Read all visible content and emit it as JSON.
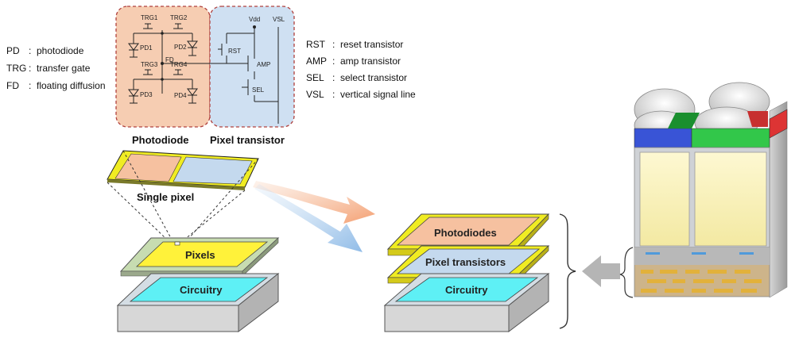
{
  "legend_left": [
    {
      "abbr": "PD",
      "sep": ":",
      "desc": "photodiode"
    },
    {
      "abbr": "TRG",
      "sep": ":",
      "desc": "transfer gate"
    },
    {
      "abbr": "FD",
      "sep": ":",
      "desc": "floating diffusion"
    }
  ],
  "legend_right": [
    {
      "abbr": "RST",
      "sep": ":",
      "desc": "reset transistor"
    },
    {
      "abbr": "AMP",
      "sep": ":",
      "desc": "amp transistor"
    },
    {
      "abbr": "SEL",
      "sep": ":",
      "desc": "select transistor"
    },
    {
      "abbr": "VSL",
      "sep": ":",
      "desc": "vertical signal line"
    }
  ],
  "circuit": {
    "trg1": "TRG1",
    "trg2": "TRG2",
    "trg3": "TRG3",
    "trg4": "TRG4",
    "pd1": "PD1",
    "pd2": "PD2",
    "pd3": "PD3",
    "pd4": "PD4",
    "fd": "FD",
    "vdd": "Vdd",
    "vsl": "VSL",
    "rst": "RST",
    "amp": "AMP",
    "sel": "SEL"
  },
  "headings": {
    "photodiode": "Photodiode",
    "pixel_transistor": "Pixel transistor",
    "single_pixel": "Single pixel"
  },
  "left_stack": {
    "pixels": "Pixels",
    "circuitry": "Circuitry"
  },
  "right_stack": {
    "photodiodes": "Photodiodes",
    "pixel_transistors": "Pixel transistors",
    "circuitry": "Circuitry"
  },
  "colors": {
    "photodiode_fill": "#f6c9a8",
    "transistor_fill": "#c9dcf0",
    "pixel_yellow": "#fff23a",
    "circuitry_cyan": "#5ef0f5",
    "arrow_orange": "#f3b08a",
    "arrow_blue": "#9ec4e8",
    "arrow_gray": "#b5b5b5"
  }
}
